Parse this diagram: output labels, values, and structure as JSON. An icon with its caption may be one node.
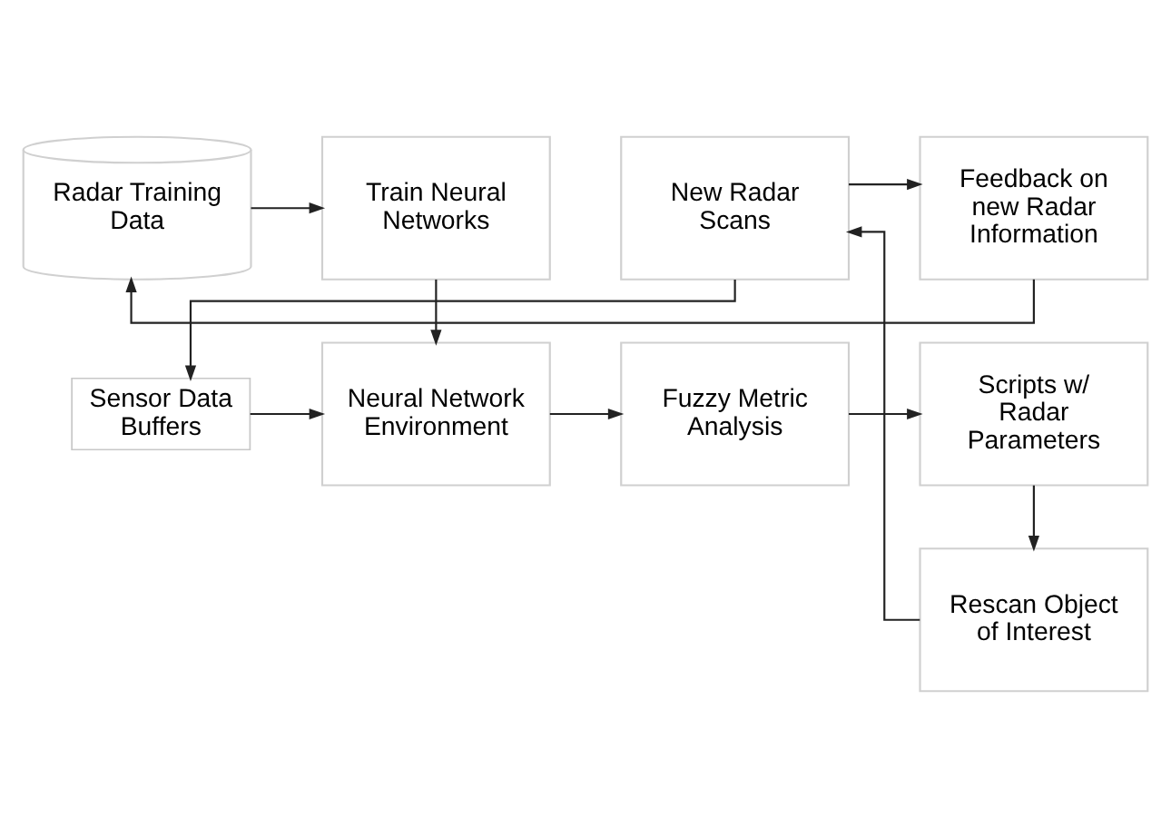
{
  "diagram": {
    "nodes": [
      {
        "text": [
          "Radar Training Data"
        ]
      },
      {
        "text": [
          "Train Neural Networks"
        ]
      },
      {
        "text": [
          "Feedback on new Radar Information"
        ]
      },
      {
        "text": [
          "Sensor Data Buffers"
        ]
      },
      {
        "text": [
          "Neural Network Environment"
        ]
      },
      {
        "text": [
          "Fuzzy Metric Analysis"
        ]
      },
      {
        "text": [
          "Scripts w/ Radar Parameters"
        ]
      },
      {
        "text": [
          "Rescan Object of Interest"
        ]
      },
      {
        "text": [
          "New Radar Scans"
        ]
      }
    ],
    "edges": [
      {
        "from": 0,
        "to": 1,
        "arrow": "to"
      },
      {
        "from": 2,
        "to": 0,
        "arrow": "to"
      },
      {
        "from": 1,
        "to": 4,
        "arrow": "to"
      },
      {
        "from": 3,
        "to": 4,
        "arrow": "to"
      },
      {
        "from": 4,
        "to": 5,
        "arrow": "to"
      },
      {
        "from": 5,
        "to": 6,
        "arrow": "to"
      },
      {
        "from": 6,
        "to": 7,
        "arrow": "to"
      },
      {
        "from": 7,
        "to": 8,
        "arrow": "to"
      },
      {
        "from": 8,
        "to": 3,
        "arrow": "to"
      },
      {
        "from": 8,
        "to": 2,
        "arrow": "to"
      }
    ]
  }
}
